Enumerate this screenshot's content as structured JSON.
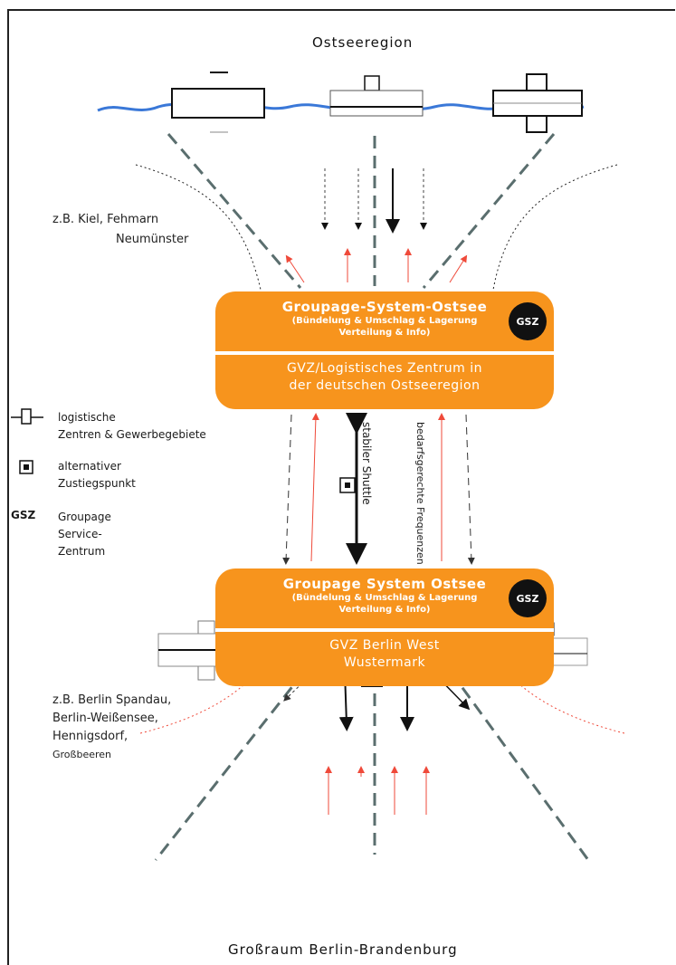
{
  "regions": {
    "top": "Ostseeregion",
    "bottom": "Großraum Berlin-Brandenburg"
  },
  "notes": {
    "top_left": [
      "z.B. Kiel, Fehmarn",
      "Neumünster"
    ],
    "bottom_left": [
      "z.B. Berlin Spandau,",
      "Berlin-Weißensee,",
      "Hennigsdorf,",
      "Großbeeren"
    ]
  },
  "box_top": {
    "title": "Groupage-System-Ostsee",
    "subtitle_1": "(Bündelung & Umschlag & Lagerung",
    "subtitle_2": "Verteilung & Info)",
    "badge": "GSZ",
    "lower_1": "GVZ/Logistisches Zentrum in",
    "lower_2": "der deutschen Ostseeregion"
  },
  "box_bottom": {
    "title": "Groupage System Ostsee",
    "subtitle_1": "(Bündelung & Umschlag & Lagerung",
    "subtitle_2": "Verteilung & Info)",
    "badge": "GSZ",
    "lower_1": "GVZ Berlin West",
    "lower_2": "Wustermark"
  },
  "flow_labels": {
    "left": "stabiler Shuttle",
    "right": "bedarfsgerechte Frequenzen"
  },
  "legend": {
    "items": [
      {
        "symbol": "logistics-center",
        "lines": [
          "logistische",
          "Zentren & Gewerbegebiete"
        ]
      },
      {
        "symbol": "alternative-entry",
        "lines": [
          "alternativer",
          "Zustiegspunkt"
        ]
      },
      {
        "symbol": "GSZ",
        "lines": [
          "Groupage",
          "Service-",
          "Zentrum"
        ]
      }
    ]
  },
  "colors": {
    "orange": "#f7941d",
    "red_arrow": "#ef4a3a",
    "water": "#3a78d8",
    "dashed": "#5a6e6e"
  }
}
